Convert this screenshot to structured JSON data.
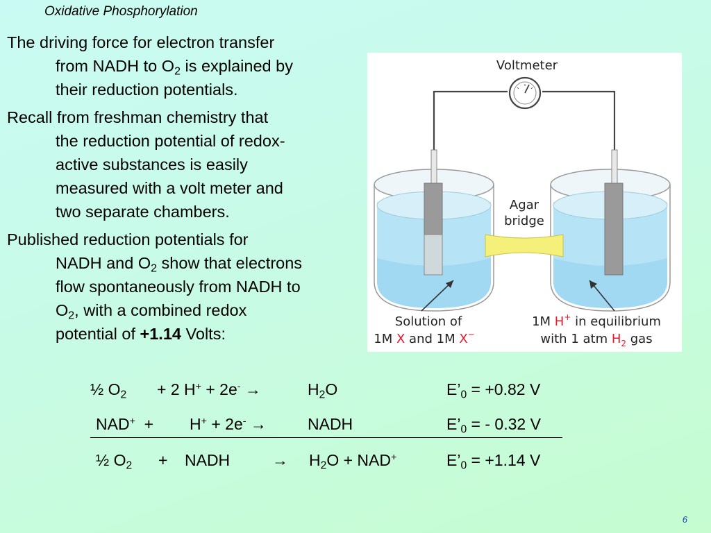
{
  "slide": {
    "title": "Oxidative Phosphorylation",
    "page_number": "6"
  },
  "bullets": [
    {
      "line1": "The driving force for electron transfer",
      "lines": [
        {
          "pre": "from NADH to O",
          "sub": "2",
          "post": " is explained by"
        },
        {
          "text": "their reduction potentials."
        }
      ]
    },
    {
      "line1": "Recall from freshman chemistry that",
      "lines": [
        "the reduction potential of redox-",
        "active substances is easily",
        "measured with a volt meter and",
        "two separate chambers."
      ]
    },
    {
      "line1": "Published reduction potentials for",
      "l2_pre": "NADH and O",
      "l2_sub": "2",
      "l2_post": " show that electrons",
      "l3": "flow spontaneously from NADH to",
      "l4_pre": "O",
      "l4_sub": "2",
      "l4_post": ", with a combined redox",
      "l5_pre": "potential of ",
      "l5_bold": "+1.14",
      "l5_post": " Volts:"
    }
  ],
  "figure": {
    "voltmeter_label": "Voltmeter",
    "bridge_label_1": "Agar",
    "bridge_label_2": "bridge",
    "left_caption_1": "Solution of",
    "left_caption_2_a": "1M ",
    "left_caption_2_x1": "X",
    "left_caption_2_b": " and 1M ",
    "left_caption_2_x2": "X",
    "left_caption_2_sup": "−",
    "right_caption_1_a": "1M ",
    "right_caption_1_h": "H",
    "right_caption_1_sup": "+",
    "right_caption_1_b": " in equilibrium",
    "right_caption_2_a": "with 1 atm ",
    "right_caption_2_h": "H",
    "right_caption_2_sub": "2",
    "right_caption_2_b": " gas",
    "colors": {
      "water": "#b7e3f6",
      "water_dark": "#8fd0ee",
      "bridge": "#f5f07a",
      "electrode": "#9a9a9a",
      "highlight_red": "#e8182b"
    }
  },
  "equations": [
    {
      "a_pre": "½ O",
      "a_sub": "2",
      "b_pre": "+ 2 H",
      "b_sup": "+",
      "b_mid": " + 2e",
      "b_sup2": "-",
      "b_arrow": " →",
      "c_pre": "H",
      "c_sub": "2",
      "c_post": "O",
      "e_pre": "E’",
      "e_sub": "0",
      "e_post": " = +0.82 V"
    },
    {
      "a_pre": "NAD",
      "a_sup": "+",
      "a_plus": "  +",
      "b_pre": "H",
      "b_sup": "+",
      "b_mid": " + 2e",
      "b_sup2": "-",
      "b_arrow": " →",
      "c_text": "NADH",
      "e_pre": "E’",
      "e_sub": "0",
      "e_post": " = - 0.32 V"
    },
    {
      "a_pre": "½ O",
      "a_sub": "2",
      "b_plus": "+",
      "b_text": "NADH",
      "arrow": "→",
      "c_pre": "H",
      "c_sub": "2",
      "c_post": "O + NAD",
      "c_sup": "+",
      "e_pre": "E’",
      "e_sub": "0",
      "e_post": " = +1.14 V"
    }
  ]
}
